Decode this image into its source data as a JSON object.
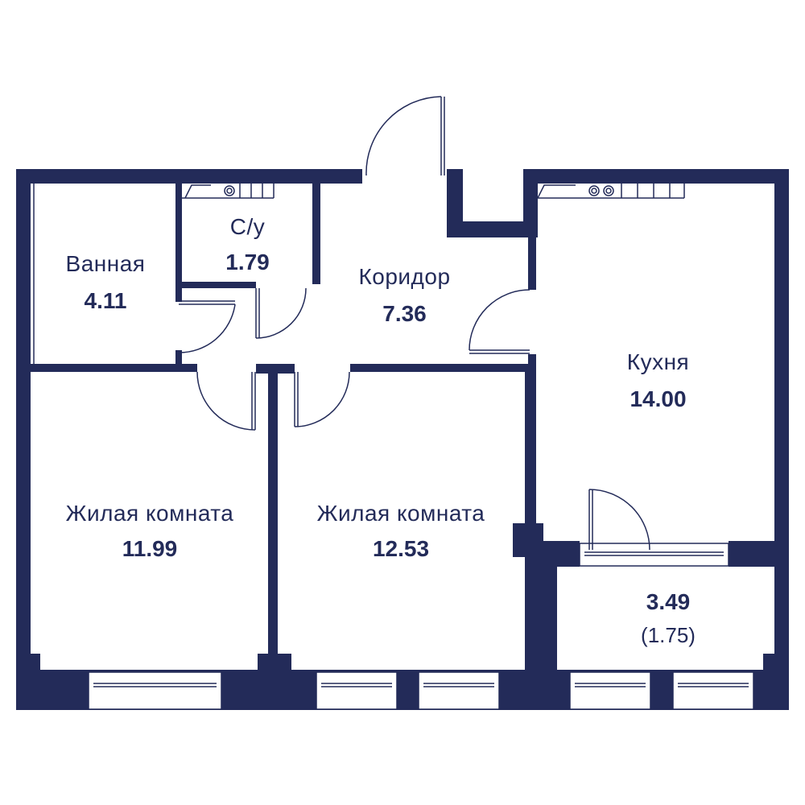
{
  "colors": {
    "wall": "#232b59",
    "background": "#ffffff",
    "fixture_line": "#232b59"
  },
  "rooms": [
    {
      "id": "bathroom",
      "name": "Ванная",
      "area": "4.11"
    },
    {
      "id": "wc",
      "name": "С/у",
      "area": "1.79"
    },
    {
      "id": "corridor",
      "name": "Коридор",
      "area": "7.36"
    },
    {
      "id": "kitchen",
      "name": "Кухня",
      "area": "14.00"
    },
    {
      "id": "living-left",
      "name": "Жилая комната",
      "area": "11.99"
    },
    {
      "id": "living-center",
      "name": "Жилая комната",
      "area": "12.53"
    },
    {
      "id": "balcony",
      "area": "3.49",
      "secondary_area": "(1.75)"
    }
  ]
}
